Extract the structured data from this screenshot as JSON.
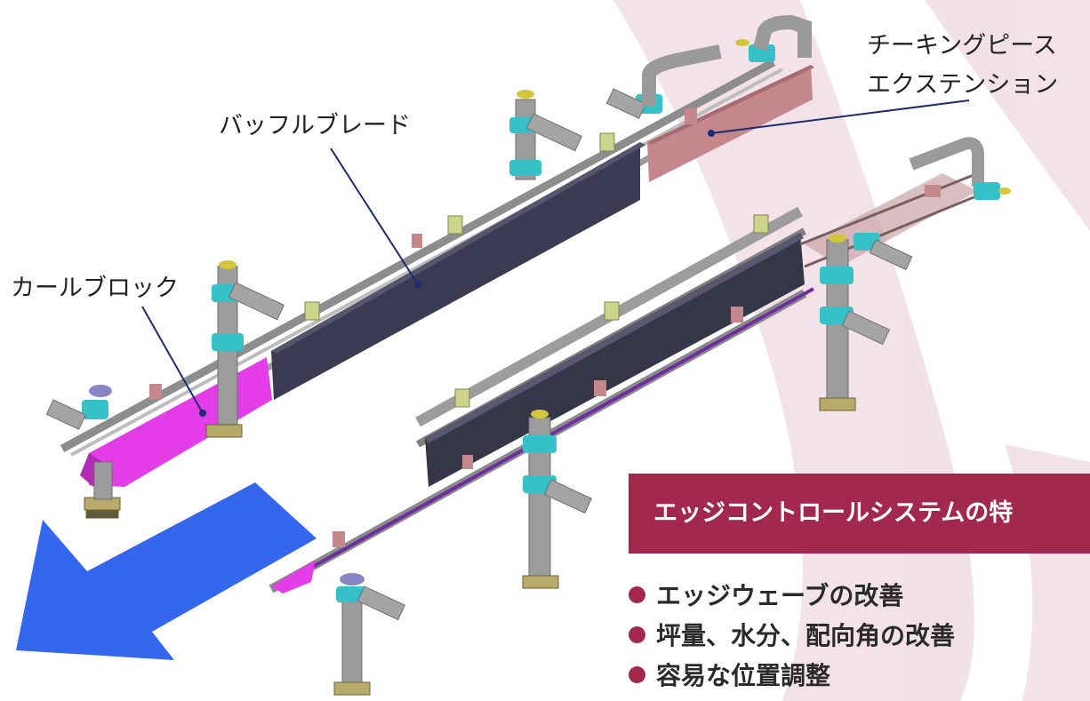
{
  "labels": {
    "curl_block": "カールブロック",
    "baffle_blade": "バッフルブレード",
    "cheeking_piece_line1": "チーキングピース",
    "cheeking_piece_line2": "エクステンション"
  },
  "features": {
    "title": "エッジコントロールシステムの特",
    "items": [
      "エッジウェーブの改善",
      "坪量、水分、配向角の改善",
      "容易な位置調整"
    ]
  },
  "colors": {
    "accent": "#a3284d",
    "arrow": "#3466ee",
    "curl_block": "#e43de8",
    "baffle_blade": "#3a3a52",
    "cheeking_piece": "#c4878b",
    "frame": "#9a9a9a",
    "clamp": "#35c1c7",
    "leader_line": "#1c2c6e"
  },
  "icons": {
    "direction": "flow-direction-arrow-icon",
    "bullet": "bullet-dot-icon"
  }
}
